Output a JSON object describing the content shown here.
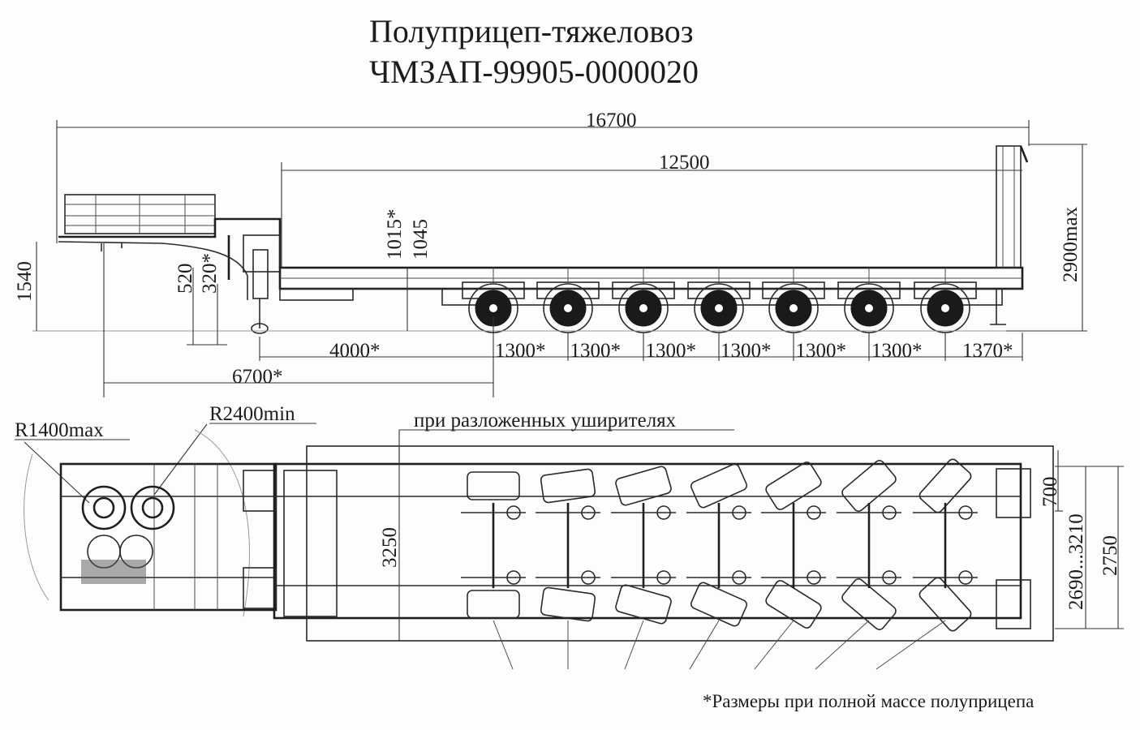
{
  "title": {
    "line1": "Полуприцеп-тяжеловоз",
    "line2": "ЧМЗАП-99905-0000020"
  },
  "side_view": {
    "overall_length": "16700",
    "platform_length": "12500",
    "platform_height_loaded": "1015*",
    "platform_height": "1045",
    "max_height": "2900max",
    "coupling_height": "1540",
    "kingpin_height": "520",
    "kingpin_height_loaded": "320*",
    "kingpin_to_first_axle": "4000*",
    "front_to_first_axle": "6700*",
    "axle_spacings": [
      "1300*",
      "1300*",
      "1300*",
      "1300*",
      "1300*",
      "1300*"
    ],
    "rear_overhang": "1370*"
  },
  "top_view": {
    "front_radius": "R1400max",
    "swing_radius": "R2400min",
    "extenders_label": "при разложенных уширителях",
    "width_extended": "3250",
    "ramp_width": "700",
    "track_range": "2690...3210",
    "width": "2750"
  },
  "footnote": "*Размеры при полной массе полуприцепа"
}
